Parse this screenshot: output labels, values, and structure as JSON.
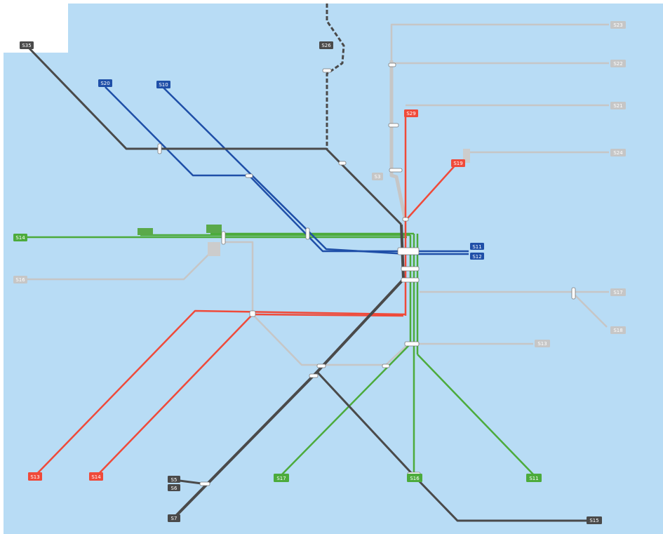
{
  "map": {
    "colors": {
      "background": "#b8dcf5",
      "dark": "#4a4a4a",
      "blue": "#1f4fa8",
      "green": "#4cab3c",
      "red": "#ef4a3a",
      "gray": "#c6c6c6",
      "station": "#ffffff"
    },
    "labels": {
      "l_dark_nw": "S35",
      "l_dark_n": "S26",
      "l_blue_1": "S20",
      "l_blue_2": "S10",
      "l_green_w": "S14",
      "l_gray_w": "S16",
      "l_gray_ne1": "S23",
      "l_gray_ne2": "S22",
      "l_gray_ne3": "S21",
      "l_gray_ne4": "S24",
      "l_red_n": "S29",
      "l_red_ne": "S19",
      "l_gray_mid": "S3",
      "l_blue_e1": "S11",
      "l_blue_e2": "S12",
      "l_gray_e1": "S17",
      "l_gray_e2": "S18",
      "l_gray_e3": "S13",
      "l_red_sw1": "S13",
      "l_red_sw2": "S14",
      "l_dark_sw1": "S5",
      "l_dark_sw2": "S6",
      "l_dark_sw3": "S7",
      "l_green_s1": "S17",
      "l_green_s2": "S16",
      "l_green_s3": "S11",
      "l_dark_se": "S15"
    }
  }
}
